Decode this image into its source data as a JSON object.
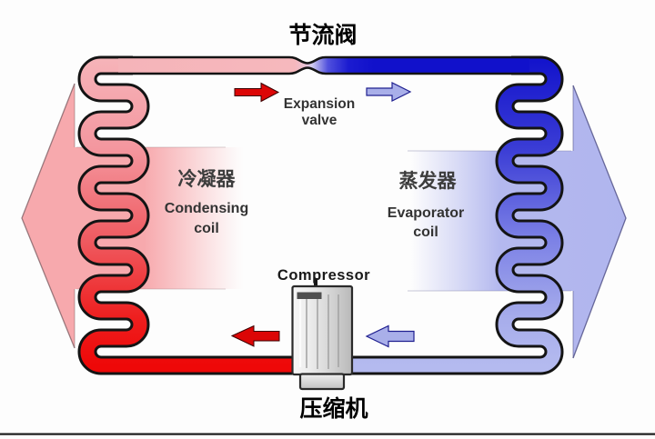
{
  "diagram": {
    "labels": {
      "throttle_valve_zh": "节流阀",
      "expansion_valve_line1": "Expansion",
      "expansion_valve_line2": "valve",
      "condenser_zh": "冷凝器",
      "condenser_en_line1": "Condensing",
      "condenser_en_line2": "coil",
      "evaporator_zh": "蒸发器",
      "evaporator_en_line1": "Evaporator",
      "evaporator_en_line2": "coil",
      "compressor_en": "Compressor",
      "compressor_zh": "压缩机"
    },
    "colors": {
      "hot_pipe_light": "#f5b4b9",
      "hot_pipe_strong": "#ee0808",
      "cold_pipe_dark": "#1111cb",
      "cold_pipe_light": "#b4baef",
      "hot_block_arrow": "#f7a9ad",
      "cold_block_arrow": "#b0b5ee",
      "flow_arrow_red": "#dc0606",
      "flow_arrow_blue": "#a9afe9",
      "pipe_outline": "#141414"
    }
  }
}
